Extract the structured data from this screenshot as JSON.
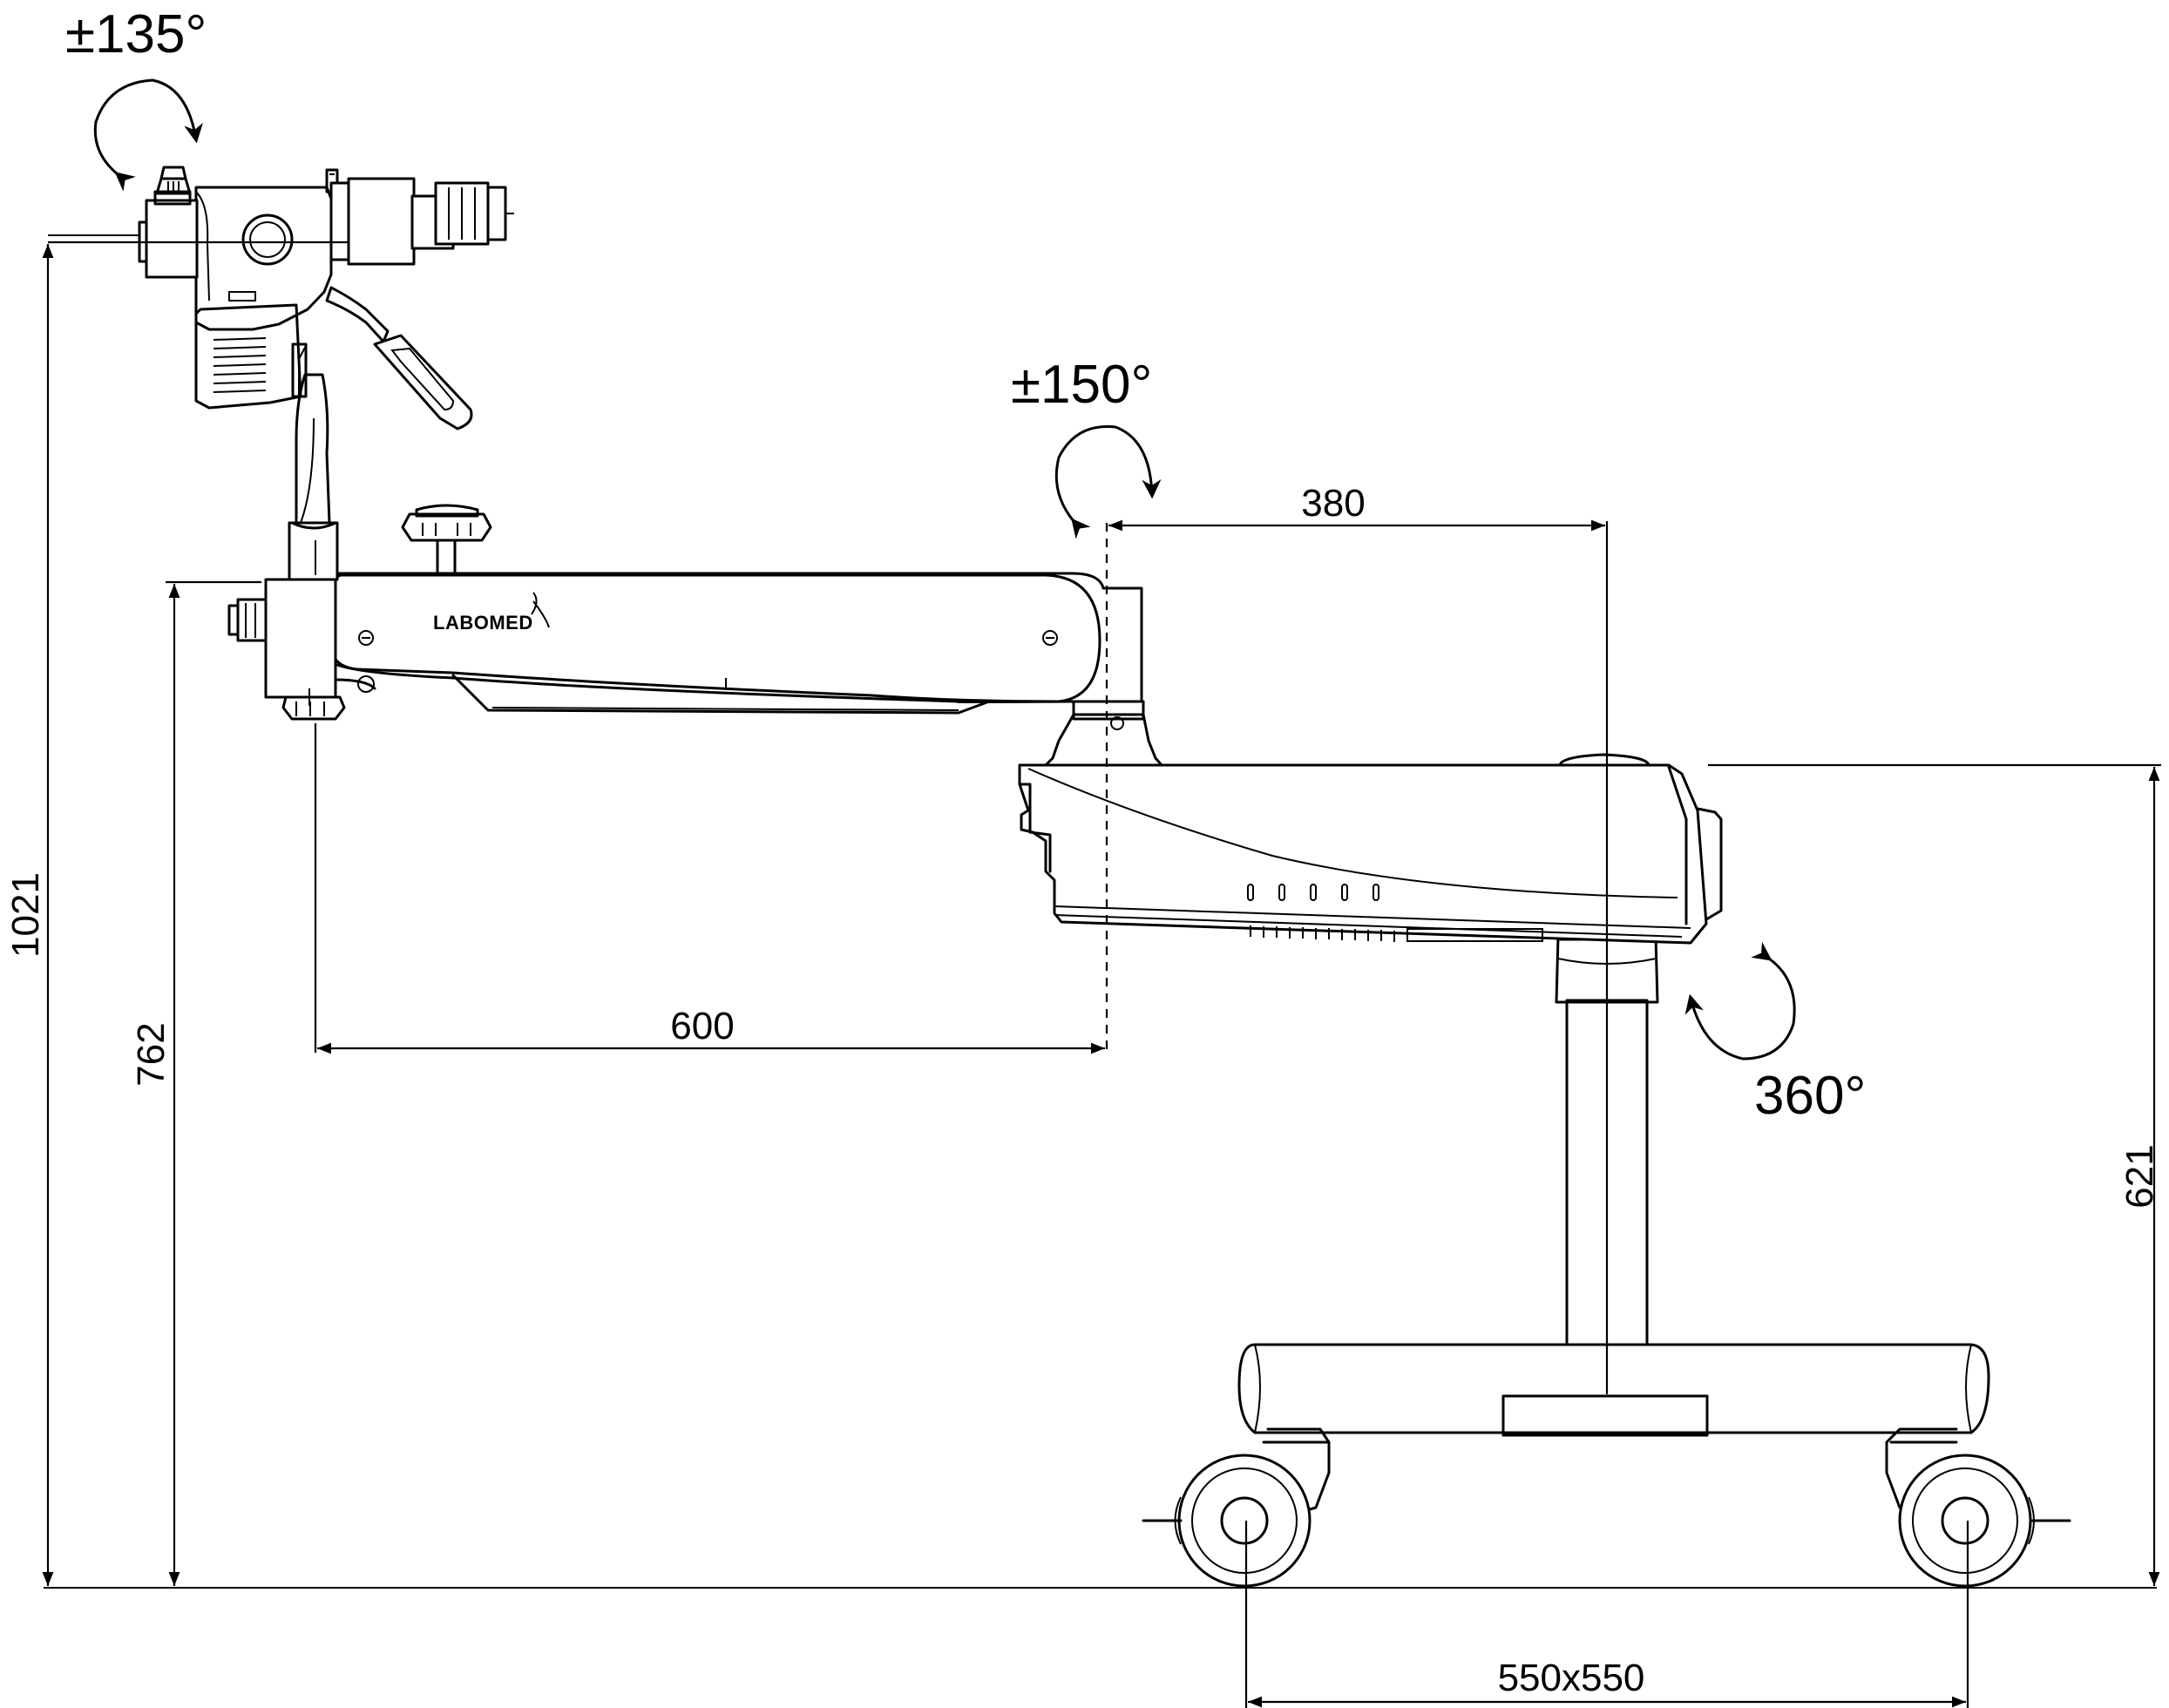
{
  "dimensions": {
    "total_height": "1021",
    "arm_height": "762",
    "base_height": "621",
    "arm_reach": "600",
    "column_offset": "380",
    "base_size": "550x550"
  },
  "rotations": {
    "head_tilt": "±135°",
    "arm_swivel": "±150°",
    "column_rotation": "360°"
  },
  "branding": {
    "logo": "LABOMED"
  }
}
